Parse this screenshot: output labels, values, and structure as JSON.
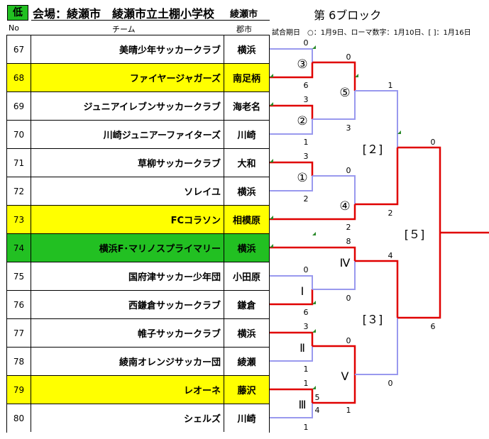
{
  "header": {
    "badge": "低",
    "venue": "会場：綾瀬市　綾瀬市立土棚小学校",
    "venue_city": "綾瀬市",
    "block_title": "第 6ブロック",
    "legend": "試合期日　○：1月9日、ローマ数字：1月10日、[ ]：1月16日"
  },
  "columns": {
    "no": "No",
    "team": "チーム",
    "city": "郡市"
  },
  "colors": {
    "yellow": "#ffff00",
    "green": "#22c022",
    "winner_line": "#e00000",
    "loser_line": "#9999ee"
  },
  "teams": [
    {
      "no": "67",
      "name": "美晴少年サッカークラブ",
      "city": "横浜",
      "fill": "white"
    },
    {
      "no": "68",
      "name": "ファイヤージャガーズ",
      "city": "南足柄",
      "fill": "yellow"
    },
    {
      "no": "69",
      "name": "ジュニアイレブンサッカークラブ",
      "city": "海老名",
      "fill": "white"
    },
    {
      "no": "70",
      "name": "川崎ジュニアーファイターズ",
      "city": "川崎",
      "fill": "white"
    },
    {
      "no": "71",
      "name": "草柳サッカークラブ",
      "city": "大和",
      "fill": "white"
    },
    {
      "no": "72",
      "name": "ソレイユ",
      "city": "横浜",
      "fill": "white"
    },
    {
      "no": "73",
      "name": "FCコラソン",
      "city": "相模原",
      "fill": "yellow"
    },
    {
      "no": "74",
      "name": "横浜F･マリノスプライマリー",
      "city": "横浜",
      "fill": "green"
    },
    {
      "no": "75",
      "name": "国府津サッカー少年団",
      "city": "小田原",
      "fill": "white"
    },
    {
      "no": "76",
      "name": "西鎌倉サッカークラブ",
      "city": "鎌倉",
      "fill": "white"
    },
    {
      "no": "77",
      "name": "帷子サッカークラブ",
      "city": "横浜",
      "fill": "white"
    },
    {
      "no": "78",
      "name": "綾南オレンジサッカー団",
      "city": "綾瀬",
      "fill": "white"
    },
    {
      "no": "79",
      "name": "レオーネ",
      "city": "藤沢",
      "fill": "yellow"
    },
    {
      "no": "80",
      "name": "シェルズ",
      "city": "川崎",
      "fill": "white"
    }
  ],
  "matches": {
    "m3": {
      "label": "③",
      "top": "0",
      "bottom": "6"
    },
    "m2": {
      "label": "②",
      "top": "3",
      "bottom": "1"
    },
    "m1": {
      "label": "①",
      "top": "3",
      "bottom": "2"
    },
    "m5": {
      "label": "⑤",
      "top": "0",
      "bottom": "3"
    },
    "m4": {
      "label": "④",
      "top": "0",
      "bottom": "2"
    },
    "b2": {
      "label": "[２]",
      "top": "1",
      "bottom": "2"
    },
    "mIV": {
      "label": "Ⅳ",
      "top": "8",
      "bottom": "0"
    },
    "mI": {
      "label": "Ⅰ",
      "top": "0",
      "bottom": "6"
    },
    "mII": {
      "label": "Ⅱ",
      "top": "3",
      "bottom": "1"
    },
    "mIII": {
      "label": "Ⅲ",
      "top": "1",
      "bottom": "1",
      "right_top": "5",
      "right_bottom": "4"
    },
    "mV": {
      "label": "Ⅴ",
      "top": "0",
      "bottom": "1"
    },
    "b3": {
      "label": "[３]",
      "top": "4",
      "bottom": "0"
    },
    "final": {
      "label": "[５]",
      "top": "0",
      "bottom": "6"
    }
  }
}
